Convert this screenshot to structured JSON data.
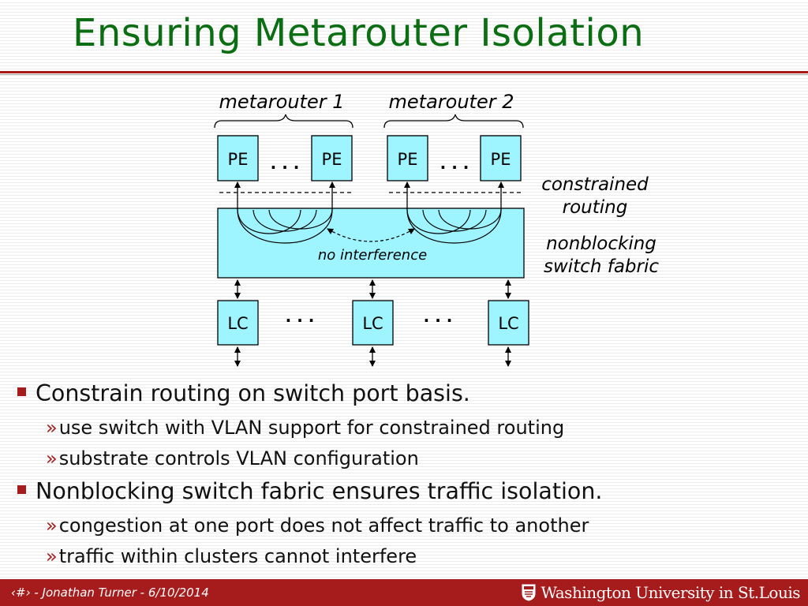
{
  "title": "Ensuring Metarouter Isolation",
  "diagram": {
    "metarouter_1": "metarouter 1",
    "metarouter_2": "metarouter 2",
    "pe_label": "PE",
    "lc_label": "LC",
    "ellipsis": ". . .",
    "no_interference": "no interference",
    "constrained_routing_line1": "constrained",
    "constrained_routing_line2": "routing",
    "nonblocking_line1": "nonblocking",
    "nonblocking_line2": "switch fabric",
    "colors": {
      "box_fill": "#9ff5ff",
      "stroke": "#000000"
    }
  },
  "bullets": [
    {
      "text": "Constrain routing on switch port basis.",
      "sub": [
        "use switch with VLAN support for constrained routing",
        "substrate controls VLAN configuration"
      ]
    },
    {
      "text": "Nonblocking switch fabric ensures traffic isolation.",
      "sub": [
        "congestion at one port does not affect traffic to another",
        "traffic within clusters cannot interfere"
      ]
    }
  ],
  "sub_marker": "»",
  "footer": {
    "text": "‹#› - Jonathan Turner - 6/10/2014",
    "logo_text": "Washington University in St.Louis",
    "logo_icon": "university-shield-icon"
  },
  "colors": {
    "title": "#0b6e13",
    "accent": "#a61c1c"
  }
}
